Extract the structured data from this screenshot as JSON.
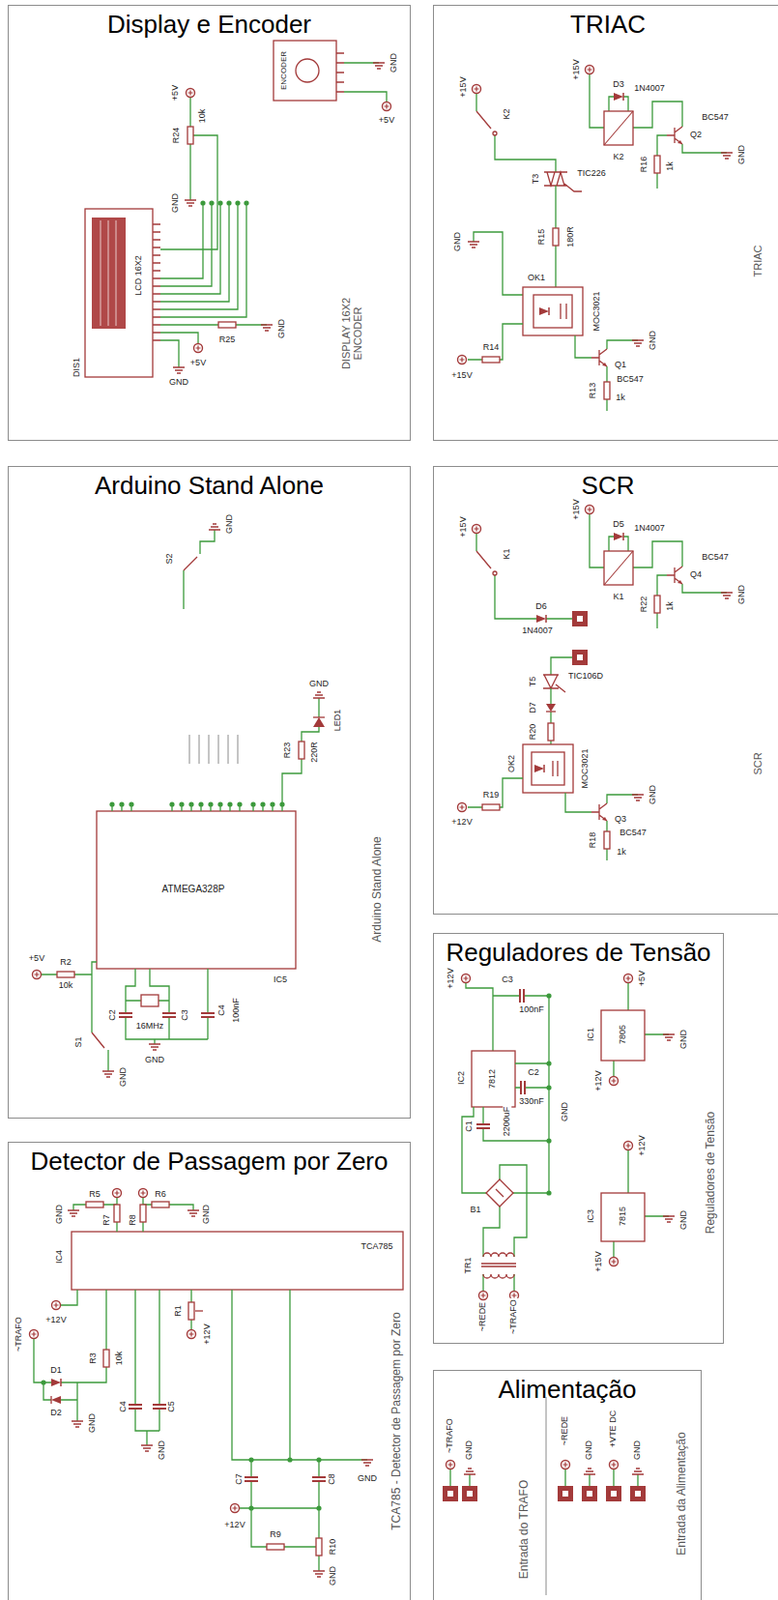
{
  "diagram": {
    "nodes": [
      {
        "text": [
          "Display e Encoder"
        ]
      },
      {
        "text": [
          "TRIAC"
        ]
      },
      {
        "text": [
          "Arduino Stand Alone"
        ]
      },
      {
        "text": [
          "SCR"
        ]
      },
      {
        "text": [
          "Reguladores de Tensão"
        ]
      },
      {
        "text": [
          "Detector de Passagem por Zero"
        ]
      },
      {
        "text": [
          "Alimentação"
        ]
      }
    ],
    "labels": [
      "R24",
      "10k",
      "+5V",
      "GND",
      "DIS1",
      "LCD 16X2",
      "R25",
      "GND",
      "+5V",
      "GND",
      "ENCODER",
      "GND",
      "+5V",
      "DISPLAY 16X2 ENCODER",
      "+15V",
      "K2",
      "+15V",
      "D3",
      "1N4007",
      "K2",
      "Q2",
      "BC547",
      "GND",
      "R16",
      "1k",
      "T3",
      "TIC226",
      "GND",
      "R15",
      "180R",
      "OK1",
      "MOC3021",
      "Q1",
      "BC547",
      "GND",
      "R13",
      "1k",
      "+15V",
      "R14",
      "TRIAC",
      "+15V",
      "K1",
      "+15V",
      "D5",
      "1N4007",
      "K1",
      "Q4",
      "BC547",
      "GND",
      "R22",
      "1k",
      "D6",
      "1N4007",
      "T5",
      "TIC106D",
      "D7",
      "R20",
      "OK2",
      "MOC3021",
      "Q3",
      "BC547",
      "GND",
      "R18",
      "1k",
      "+12V",
      "R19",
      "SCR",
      "S2",
      "GND",
      "R23",
      "220R",
      "LED1",
      "GND",
      "ATMEGA328P",
      "IC5",
      "+5V",
      "R2",
      "10k",
      "S1",
      "GND",
      "C2",
      "16MHz",
      "C3",
      "C4",
      "100nF",
      "GND",
      "Arduino Stand Alone",
      "+12V",
      "IC2",
      "7812",
      "C3",
      "100nF",
      "C2",
      "330nF",
      "C1",
      "2200uF",
      "GND",
      "B1",
      "TR1",
      "~REDE",
      "~TRAFO",
      "IC1",
      "7805",
      "GND",
      "+5V",
      "+12V",
      "IC3",
      "7815",
      "GND",
      "+12V",
      "+15V",
      "Reguladores de Tensão",
      "R5",
      "R6",
      "R7",
      "R8",
      "GND",
      "GND",
      "IC4",
      "TCA785",
      "+12V",
      "R1",
      "+12V",
      "~TRAFO",
      "D1",
      "D2",
      "R3",
      "10k",
      "GND",
      "C4",
      "C5",
      "GND",
      "C7",
      "C8",
      "R9",
      "R10",
      "+12V",
      "GND",
      "GND",
      "TCA785 - Detector de Passagem por Zero",
      "~TRAFO",
      "GND",
      "Entrada do TRAFO",
      "~REDE",
      "GND",
      "+VTE DC",
      "GND",
      "Entrada da Alimentação"
    ]
  }
}
